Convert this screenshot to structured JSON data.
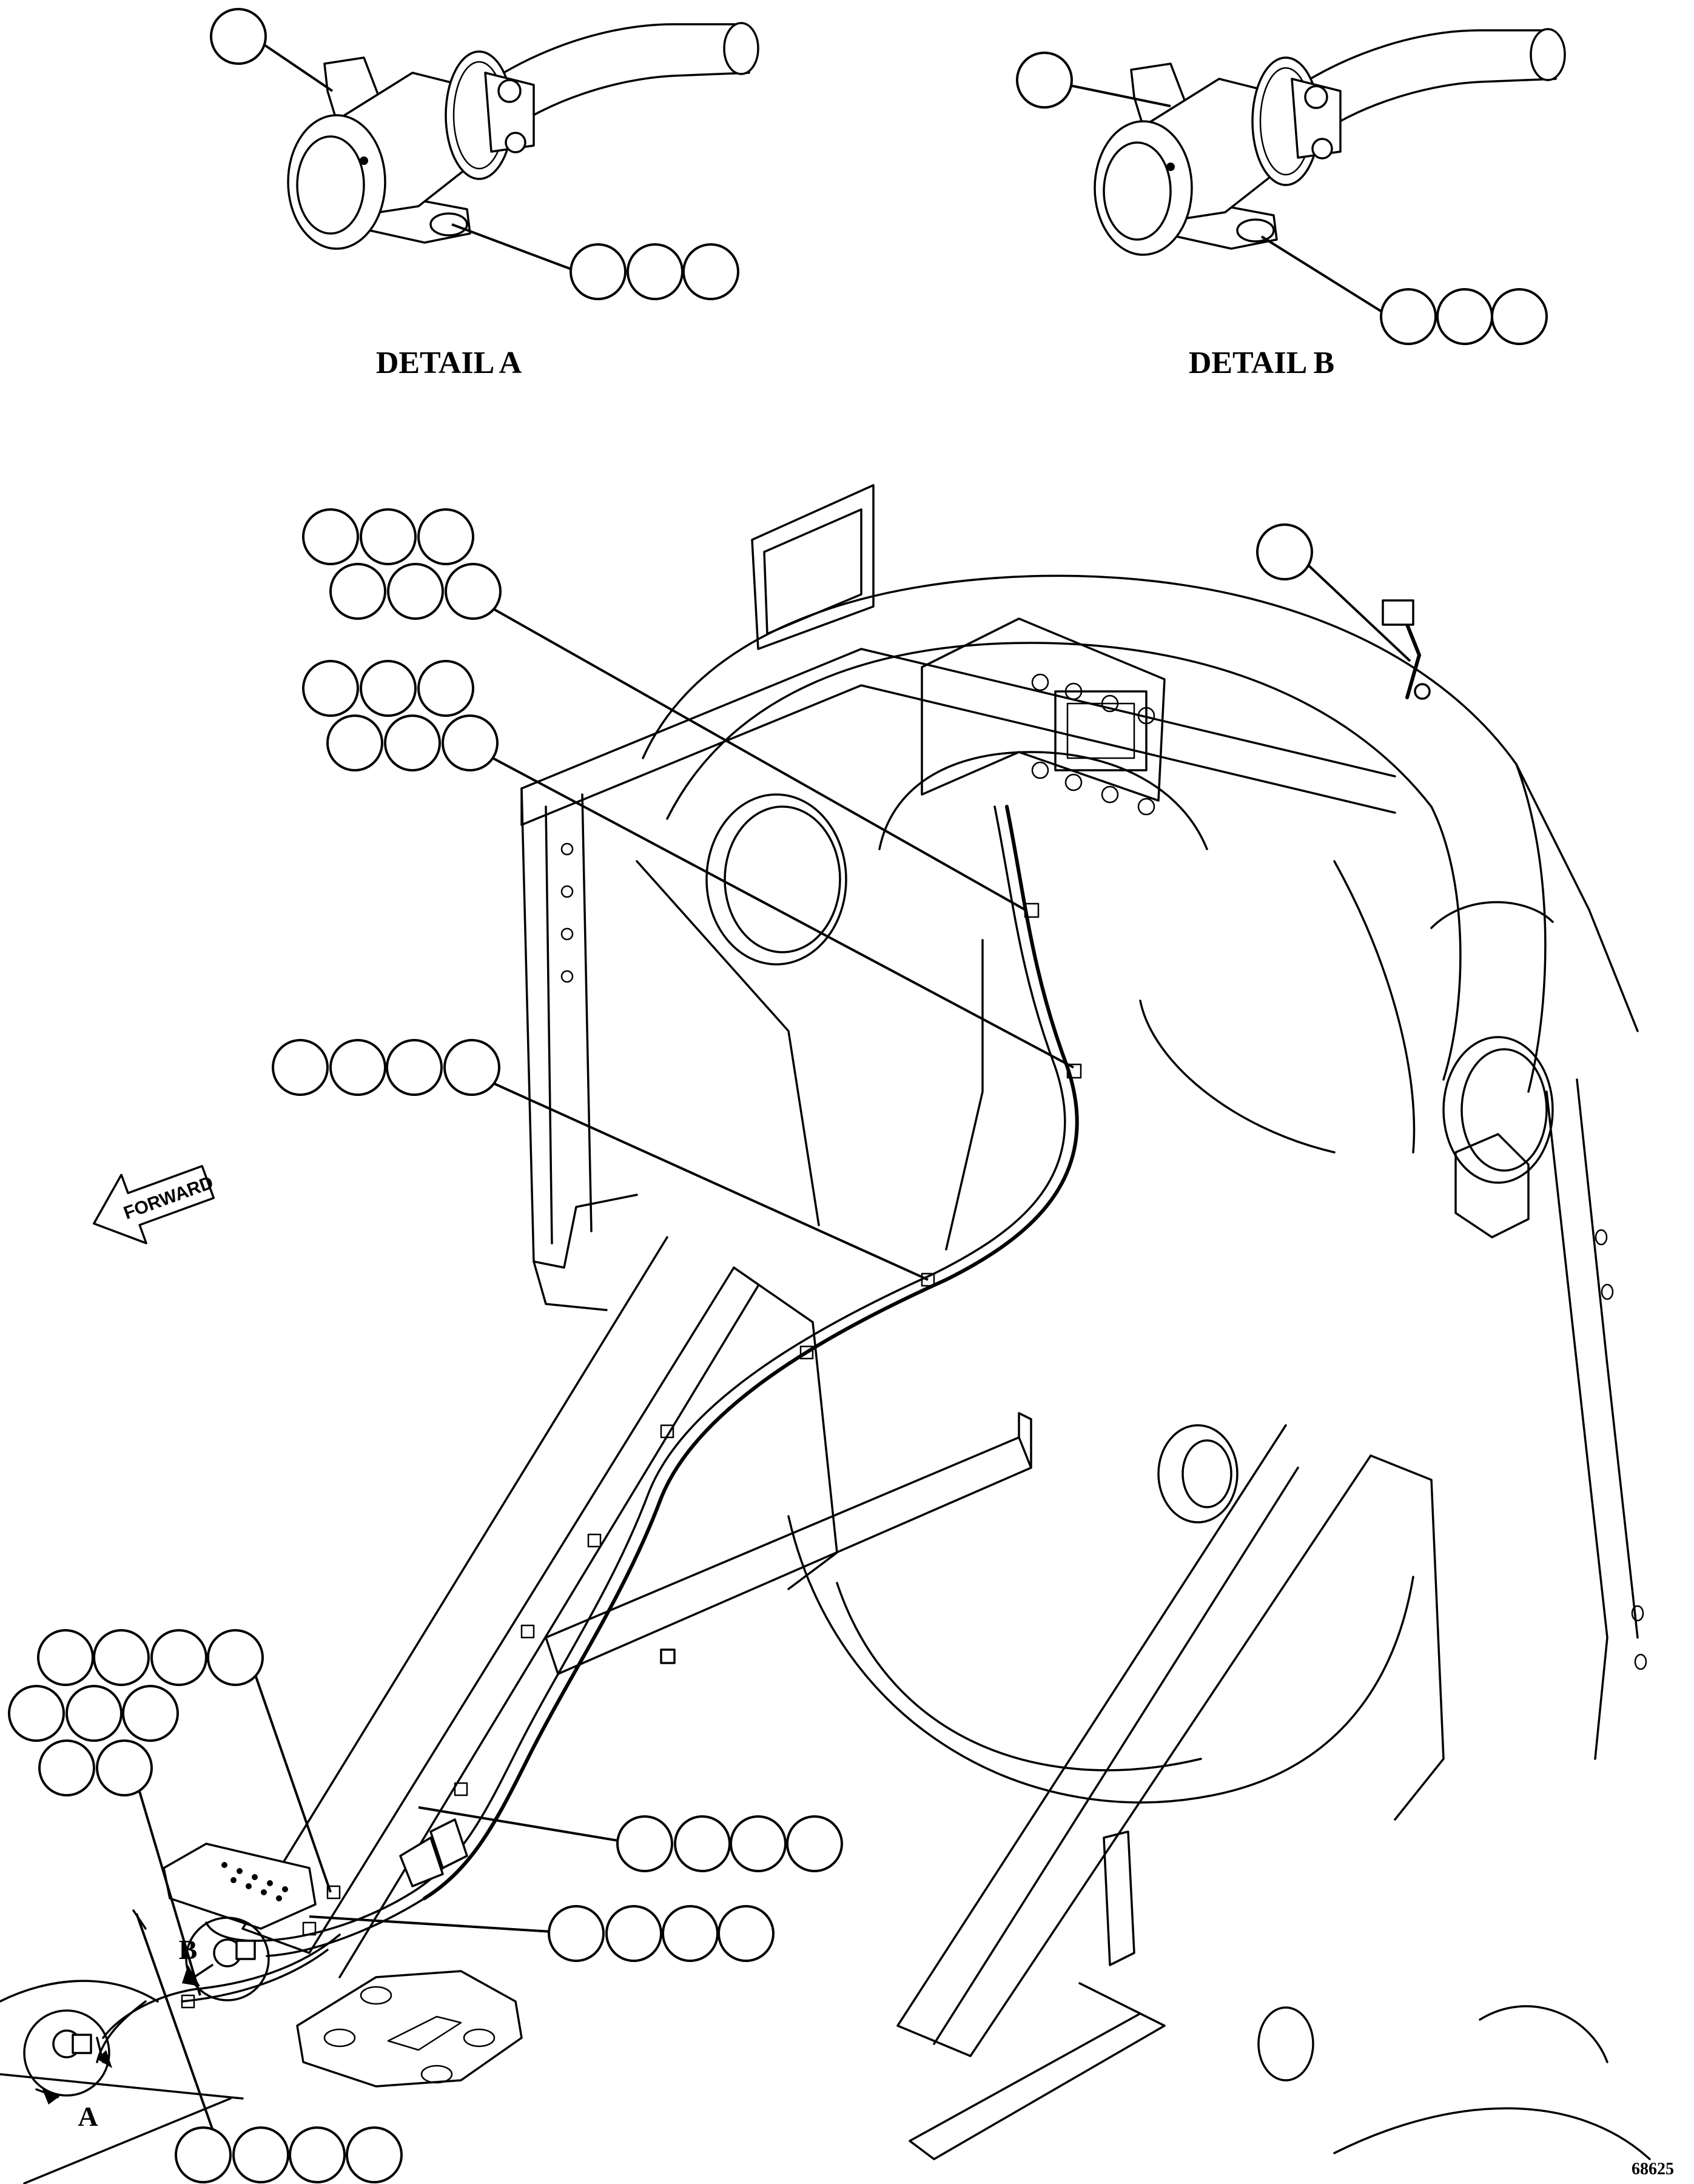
{
  "details": {
    "a": {
      "title": "DETAIL A"
    },
    "b": {
      "title": "DETAIL B"
    }
  },
  "view_letters": {
    "a": "A",
    "b": "B"
  },
  "forward_label": "FORWARD",
  "figure_number": "68625",
  "icons": {
    "forward_arrow": "forward-arrow-icon"
  }
}
